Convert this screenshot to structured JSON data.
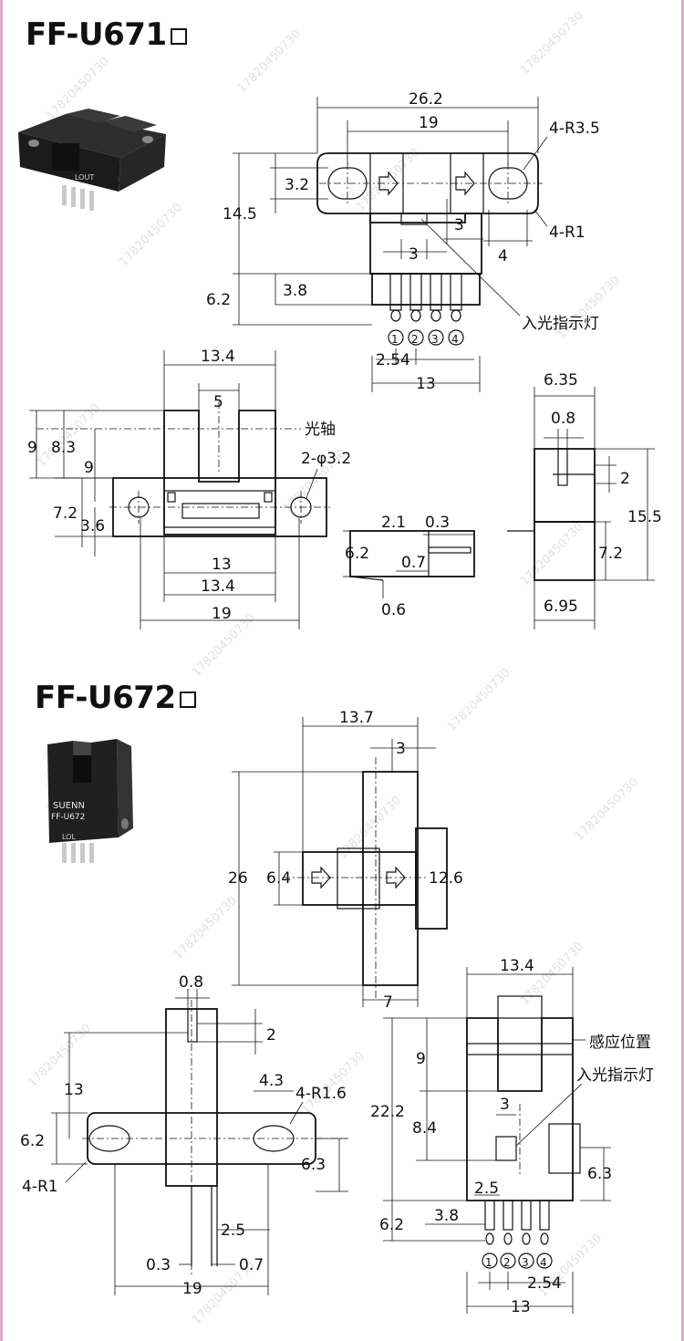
{
  "sections": [
    {
      "title": "FF-U671",
      "photo": {
        "body_label": "LOUT"
      },
      "labels": {
        "top_26_2": "26.2",
        "top_19": "19",
        "r3_5": "4-R3.5",
        "r1": "4-R1",
        "h3_2": "3.2",
        "h14_5": "14.5",
        "v3": "3",
        "h3": "3",
        "w4": "4",
        "h6_2": "6.2",
        "h3_8": "3.8",
        "indicator": "入光指示灯",
        "pin1": "1",
        "pin2": "2",
        "pin3": "3",
        "pin4": "4",
        "p2_54": "2.54",
        "w13": "13",
        "f13_4": "13.4",
        "f5": "5",
        "optical_axis": "光轴",
        "hole": "2-φ3.2",
        "f9a": "9",
        "f8_3": "8.3",
        "f9b": "9",
        "f7_2": "7.2",
        "f3_6": "3.6",
        "f13": "13",
        "f13_4b": "13.4",
        "f19": "19",
        "s6_35": "6.35",
        "s0_8": "0.8",
        "s2": "2",
        "s15_5": "15.5",
        "s2_1": "2.1",
        "s0_3": "0.3",
        "s6_2": "6.2",
        "s0_7": "0.7",
        "s7_2": "7.2",
        "s0_6": "0.6",
        "s6_95": "6.95"
      }
    },
    {
      "title": "FF-U672",
      "photo": {
        "brand": "SUENN",
        "model": "FF-U672",
        "body_label": "LOL"
      },
      "labels": {
        "t13_7": "13.7",
        "t3": "3",
        "t26": "26",
        "t6_4": "6.4",
        "t12_6": "12.6",
        "t7": "7",
        "l0_8": "0.8",
        "l2": "2",
        "l13": "13",
        "l4_3": "4.3",
        "r1_6": "4-R1.6",
        "l6_2": "6.2",
        "l6_3": "6.3",
        "r1": "4-R1",
        "l2_5": "2.5",
        "l0_3": "0.3",
        "l0_7": "0.7",
        "l19": "19",
        "f13_4": "13.4",
        "sense": "感应位置",
        "indicator": "入光指示灯",
        "f9": "9",
        "f22_2": "22.2",
        "f3": "3",
        "f8_4": "8.4",
        "f6_3": "6.3",
        "f2_5": "2.5",
        "f3_8": "3.8",
        "f6_2": "6.2",
        "pin1": "1",
        "pin2": "2",
        "pin3": "3",
        "pin4": "4",
        "f2_54": "2.54",
        "f13": "13"
      }
    }
  ],
  "watermark": "17820450730"
}
